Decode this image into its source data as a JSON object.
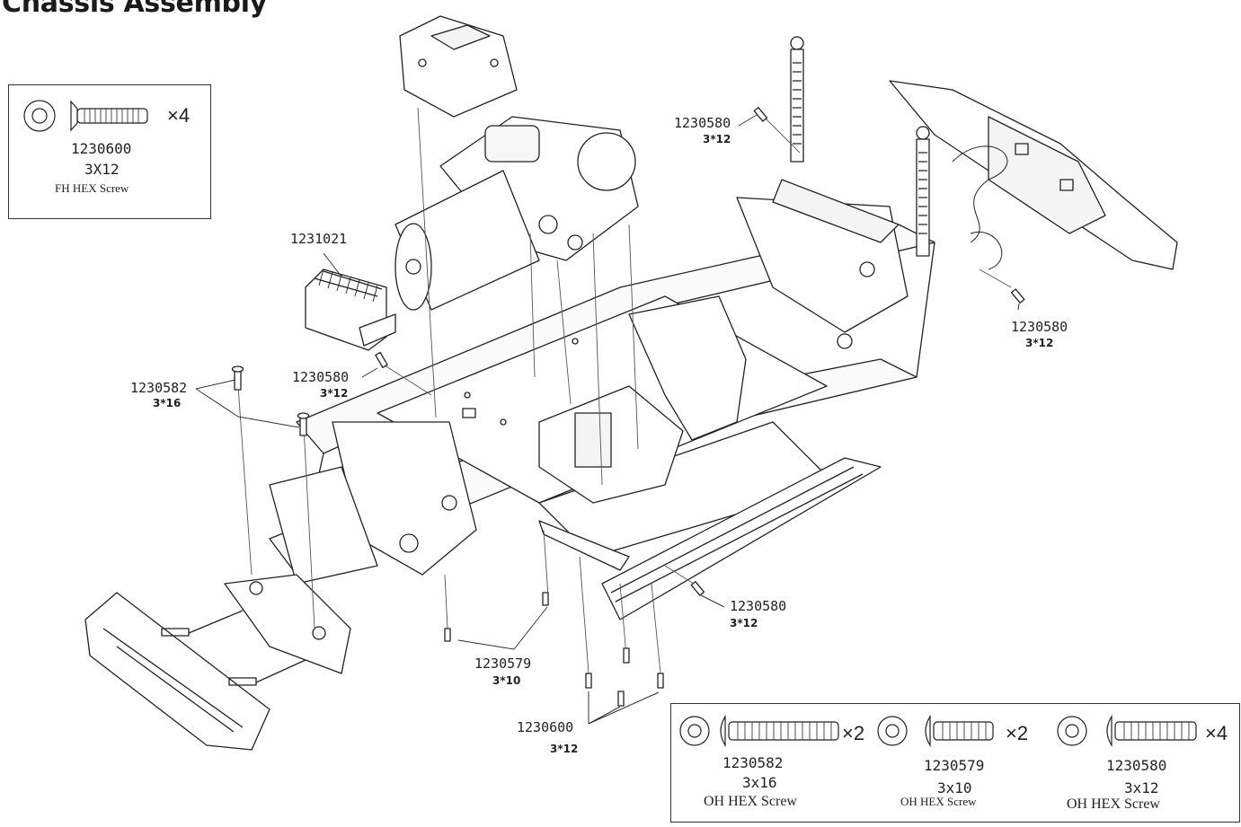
{
  "title": "Chassis Assembly",
  "legend_left": {
    "part_no": "1230600",
    "qty": "×4",
    "size": "3X12",
    "desc": "FH HEX Screw",
    "icons": [
      "washer-icon",
      "flat-head-screw-icon"
    ]
  },
  "legend_bottom": {
    "items": [
      {
        "part_no": "1230582",
        "qty": "×2",
        "size": "3x16",
        "desc": "OH HEX Screw"
      },
      {
        "part_no": "1230579",
        "qty": "×2",
        "size": "3x10",
        "desc": "OH HEX Screw"
      },
      {
        "part_no": "1230580",
        "qty": "×4",
        "size": "3x12",
        "desc": "OH HEX Screw"
      }
    ]
  },
  "callouts": {
    "esc": {
      "part_no": "1231021"
    },
    "top_right_screw": {
      "part_no": "1230580",
      "size": "3*12"
    },
    "right_screw": {
      "part_no": "1230580",
      "size": "3*12"
    },
    "mid_left_screw": {
      "part_no": "1230580",
      "size": "3*12"
    },
    "left_long_screw": {
      "part_no": "1230582",
      "size": "3*16"
    },
    "bottom_mid_screw": {
      "part_no": "1230580",
      "size": "3*12"
    },
    "bottom_short_screw": {
      "part_no": "1230579",
      "size": "3*10"
    },
    "bottom_fh_screw": {
      "part_no": "1230600",
      "size": "3*12"
    }
  }
}
